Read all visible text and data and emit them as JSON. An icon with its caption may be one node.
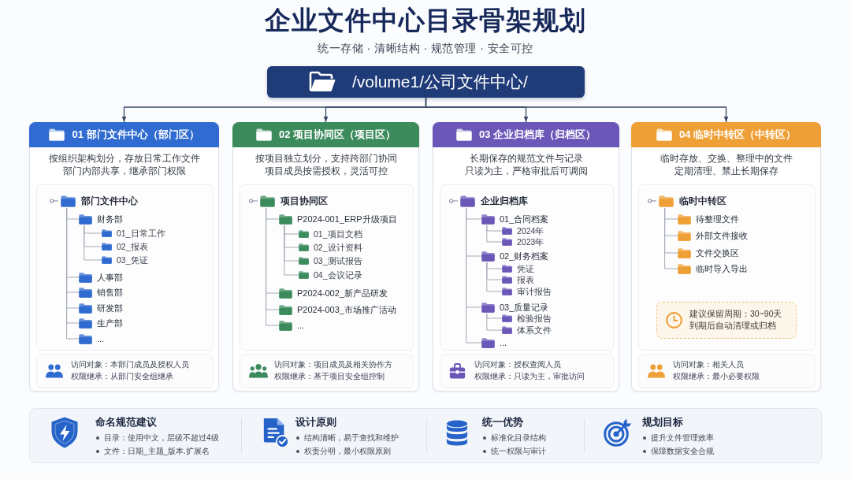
{
  "diagram": {
    "title": "企业文件中心目录骨架规划",
    "nodes": [
      {
        "text": [
          "/volume1/公司文件中心/"
        ]
      },
      {
        "text": [
          "01 部门文件中心（部门区）",
          "按组织架构划分，存放日常工作文件",
          "部门内部共享，继承部门权限"
        ]
      },
      {
        "text": [],
        "shape": "box",
        "in": 1
      },
      {
        "text": [
          "部门文件中心"
        ],
        "in": 2
      },
      {
        "text": [
          "财务部"
        ],
        "in": 2
      },
      {
        "text": [
          "01_日常工作"
        ],
        "in": 2
      },
      {
        "text": [
          "02_报表"
        ],
        "in": 2
      },
      {
        "text": [
          "03_凭证"
        ],
        "in": 2
      },
      {
        "text": [
          "人事部"
        ],
        "in": 2
      },
      {
        "text": [
          "销售部"
        ],
        "in": 2
      },
      {
        "text": [
          "研发部"
        ],
        "in": 2
      },
      {
        "text": [
          "生产部"
        ],
        "in": 2
      },
      {
        "text": [
          "..."
        ],
        "in": 2
      },
      {
        "text": [
          "访问对象：本部门成员及授权人员",
          "权限继承：从部门安全组继承"
        ],
        "in": 1
      },
      {
        "text": [
          "02 项目协同区（项目区）",
          "按项目独立划分，支持跨部门协同",
          "项目成员按需授权，灵活可控"
        ]
      },
      {
        "text": [],
        "shape": "box",
        "in": 14
      },
      {
        "text": [
          "项目协同区"
        ],
        "in": 15
      },
      {
        "text": [
          "P2024-001_ERP升级项目"
        ],
        "in": 15
      },
      {
        "text": [
          "01_项目文档"
        ],
        "in": 15
      },
      {
        "text": [
          "02_设计资料"
        ],
        "in": 15
      },
      {
        "text": [
          "03_测试报告"
        ],
        "in": 15
      },
      {
        "text": [
          "04_会议记录"
        ],
        "in": 15
      },
      {
        "text": [
          "P2024-002_新产品研发"
        ],
        "in": 15
      },
      {
        "text": [
          "P2024-003_市场推广活动"
        ],
        "in": 15
      },
      {
        "text": [
          "..."
        ],
        "in": 15
      },
      {
        "text": [
          "访问对象：项目成员及相关协作方",
          "权限继承：基于项目安全组控制"
        ],
        "in": 14
      },
      {
        "text": [
          "03 企业归档库（归档区）",
          "长期保存的规范文件与记录",
          "只读为主，严格审批后可调阅"
        ]
      },
      {
        "text": [],
        "shape": "box",
        "in": 26
      },
      {
        "text": [
          "企业归档库"
        ],
        "in": 27
      },
      {
        "text": [
          "01_合同档案"
        ],
        "in": 27
      },
      {
        "text": [
          "2024年"
        ],
        "in": 27
      },
      {
        "text": [
          "2023年"
        ],
        "in": 27
      },
      {
        "text": [
          "02_财务档案"
        ],
        "in": 27
      },
      {
        "text": [
          "凭证"
        ],
        "in": 27
      },
      {
        "text": [
          "报表"
        ],
        "in": 27
      },
      {
        "text": [
          "审计报告"
        ],
        "in": 27
      },
      {
        "text": [
          "03_质量记录"
        ],
        "in": 27
      },
      {
        "text": [
          "检验报告"
        ],
        "in": 27
      },
      {
        "text": [
          "体系文件"
        ],
        "in": 27
      },
      {
        "text": [
          "..."
        ],
        "in": 27
      },
      {
        "text": [
          "访问对象：授权查阅人员",
          "权限继承：只读为主，审批访问"
        ],
        "in": 26
      },
      {
        "text": [
          "04 临时中转区（中转区）",
          "临时存放、交换、整理中的文件",
          "定期清理、禁止长期保存"
        ]
      },
      {
        "text": [],
        "shape": "box",
        "in": 41
      },
      {
        "text": [
          "临时中转区"
        ],
        "in": 42
      },
      {
        "text": [
          "待整理文件"
        ],
        "in": 42
      },
      {
        "text": [
          "外部文件接收"
        ],
        "in": 42
      },
      {
        "text": [
          "文件交换区"
        ],
        "in": 42
      },
      {
        "text": [
          "临时导入导出"
        ],
        "in": 42
      },
      {
        "text": [
          "建议保留周期：30~90天",
          "到期后自动清理或归档"
        ],
        "in": 42
      },
      {
        "text": [
          "访问对象：相关人员",
          "权限继承：最小必要权限"
        ],
        "in": 41
      },
      {
        "text": [],
        "shape": "box"
      },
      {
        "text": [
          "命名规范建议",
          "目录：使用中文，层级不超过4级",
          "文件：日期_主题_版本.扩展名"
        ],
        "in": 50
      },
      {
        "text": [
          "设计原则",
          "结构清晰，易于查找和维护",
          "权责分明，最小权限原则"
        ],
        "in": 50
      },
      {
        "text": [
          "统一优势",
          "标准化目录结构",
          "统一权限与审计"
        ],
        "in": 50
      },
      {
        "text": [
          "规划目标",
          "提升文件管理效率",
          "保障数据安全合规"
        ],
        "in": 50
      }
    ],
    "edges": [
      {
        "from": 0,
        "to": 1,
        "arrow": "to",
        "color": "#3b4a66"
      },
      {
        "from": 0,
        "to": 14,
        "arrow": "to",
        "color": "#3b4a66"
      },
      {
        "from": 0,
        "to": 26,
        "arrow": "to",
        "color": "#3b4a66"
      },
      {
        "from": 0,
        "to": 41,
        "arrow": "to",
        "color": "#3b4a66"
      },
      {
        "from": 3,
        "to": 4,
        "arrow": "none"
      },
      {
        "from": 4,
        "to": 5,
        "arrow": "none"
      },
      {
        "from": 4,
        "to": 6,
        "arrow": "none"
      },
      {
        "from": 4,
        "to": 7,
        "arrow": "none"
      },
      {
        "from": 3,
        "to": 8,
        "arrow": "none"
      },
      {
        "from": 3,
        "to": 9,
        "arrow": "none"
      },
      {
        "from": 3,
        "to": 10,
        "arrow": "none"
      },
      {
        "from": 3,
        "to": 11,
        "arrow": "none"
      },
      {
        "from": 3,
        "to": 12,
        "arrow": "none"
      },
      {
        "from": 16,
        "to": 17,
        "arrow": "none"
      },
      {
        "from": 17,
        "to": 18,
        "arrow": "none"
      },
      {
        "from": 17,
        "to": 19,
        "arrow": "none"
      },
      {
        "from": 17,
        "to": 20,
        "arrow": "none"
      },
      {
        "from": 17,
        "to": 21,
        "arrow": "none"
      },
      {
        "from": 16,
        "to": 22,
        "arrow": "none"
      },
      {
        "from": 16,
        "to": 23,
        "arrow": "none"
      },
      {
        "from": 16,
        "to": 24,
        "arrow": "none"
      },
      {
        "from": 28,
        "to": 29,
        "arrow": "none"
      },
      {
        "from": 29,
        "to": 30,
        "arrow": "none"
      },
      {
        "from": 29,
        "to": 31,
        "arrow": "none"
      },
      {
        "from": 28,
        "to": 32,
        "arrow": "none"
      },
      {
        "from": 32,
        "to": 33,
        "arrow": "none"
      },
      {
        "from": 32,
        "to": 34,
        "arrow": "none"
      },
      {
        "from": 32,
        "to": 35,
        "arrow": "none"
      },
      {
        "from": 28,
        "to": 36,
        "arrow": "none"
      },
      {
        "from": 36,
        "to": 37,
        "arrow": "none"
      },
      {
        "from": 36,
        "to": 38,
        "arrow": "none"
      },
      {
        "from": 28,
        "to": 39,
        "arrow": "none"
      },
      {
        "from": 43,
        "to": 44,
        "arrow": "none"
      },
      {
        "from": 43,
        "to": 45,
        "arrow": "none"
      },
      {
        "from": 43,
        "to": 46,
        "arrow": "none"
      },
      {
        "from": 43,
        "to": 47,
        "arrow": "none"
      }
    ],
    "labels": [
      "统一存储 · 清晰结构 · 规范管理 · 安全可控"
    ]
  }
}
